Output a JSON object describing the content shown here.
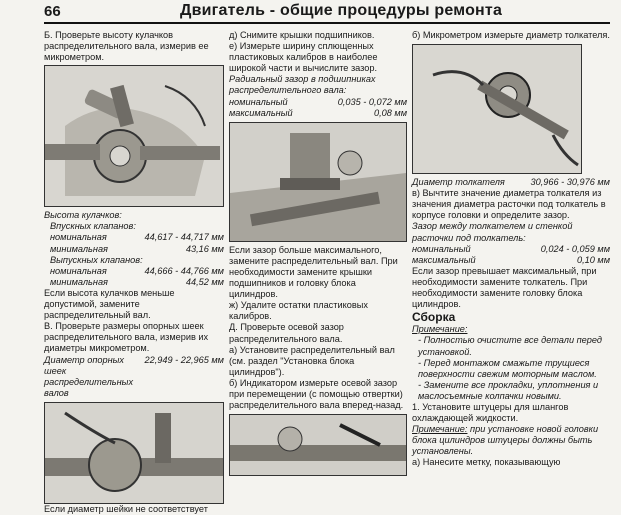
{
  "header": {
    "page_number": "66",
    "title": "Двигатель - общие процедуры ремонта"
  },
  "col1": {
    "b_step": "Б. Проверьте высоту кулачков распределительного вала, измерив ее микрометром.",
    "cam_height_title": "Высота кулачков:",
    "intake_title": "Впускных клапанов:",
    "intake_nominal": [
      "номинальная",
      "44,617 - 44,717 мм"
    ],
    "intake_min": [
      "минимальная",
      "43,16 мм"
    ],
    "exhaust_title": "Выпускных клапанов:",
    "exhaust_nominal": [
      "номинальная",
      "44,666 - 44,766 мм"
    ],
    "exhaust_min": [
      "минимальная",
      "44,52 мм"
    ],
    "less_min": "Если высота кулачков меньше допустимой, замените распределительный вал.",
    "v_step": "В. Проверьте размеры опорных шеек распределительного вала, измерив их диаметры микрометром.",
    "journal_diam": [
      "Диаметр опорных шеек распределительных валов",
      "22,949 - 22,965 мм"
    ],
    "bottom_cut": "Если диаметр шейки не соответствует"
  },
  "col2": {
    "d_remove": "д) Снимите крышки подшипников.",
    "e_measure": "е) Измерьте ширину сплющенных пластиковых калибров в наиболее широкой части и вычислите зазор.",
    "radial_title": "Радиальный зазор в подшипниках распределительного вала:",
    "radial_nominal": [
      "номинальный",
      "0,035 - 0,072 мм"
    ],
    "radial_max": [
      "максимальный",
      "0,08 мм"
    ],
    "greater_max": "Если зазор больше максимального, замените распределительный вал. При необходимости замените крышки подшипников и головку блока цилиндров.",
    "zh_remove": "ж) Удалите остатки пластиковых калибров.",
    "g_step": "Д. Проверьте осевой зазор распределительного вала.",
    "a_install": "а) Установите распределительный вал (см. раздел \"Установка блока цилиндров\").",
    "b_indicator": "б) Индикатором измерьте осевой зазор при перемещении (с помощью отвертки) распределительного вала вперед-назад."
  },
  "col3": {
    "b_micrometer": "б) Микрометром измерьте диаметр толкателя.",
    "tappet_diam": [
      "Диаметр толкателя",
      "30,966 - 30,976 мм"
    ],
    "v_subtract": "в) Вычтите значение диаметра толкателя из значения диаметра расточки под толкатель в корпусе головки и определите зазор.",
    "gap_title": "Зазор между толкателем и стенкой расточки под толкатель:",
    "gap_nominal": [
      "номинальный",
      "0,024 - 0,059 мм"
    ],
    "gap_max": [
      "максимальный",
      "0,10 мм"
    ],
    "gap_exceeds": "Если зазор превышает максимальный, при необходимости замените толкатель. При необходимости замените головку блока цилиндров.",
    "assembly": "Сборка",
    "note_label": "Примечание:",
    "note1": "- Полностью очистите все детали перед установкой.",
    "note2": "- Перед монтажом смажьте трущиеся поверхности свежим моторным маслом.",
    "note3": "- Замените все прокладки, уплотнения и маслосъемные колпачки новыми.",
    "step1": "1. Установите штуцеры для шлангов охлаждающей жидкости.",
    "note_label2": "Примечание:",
    "note4": "при установке новой головки блока цилиндров штуцеры должны быть установлены.",
    "step_a": "а) Нанесите метку, показывающую"
  }
}
